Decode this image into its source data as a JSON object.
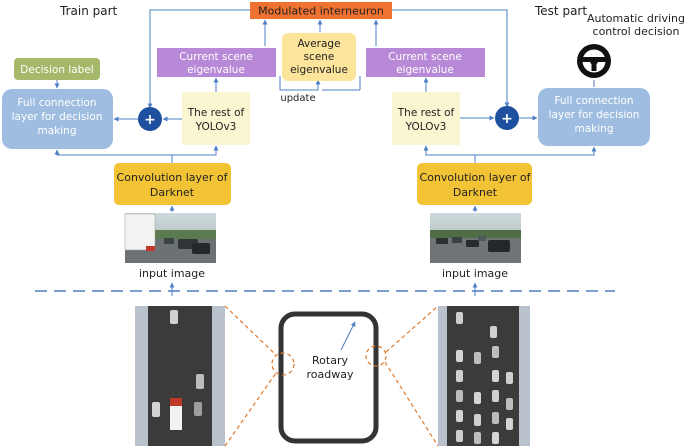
{
  "labels": {
    "train_part": "Train part",
    "test_part": "Test part",
    "auto_decision_line1": "Automatic driving",
    "auto_decision_line2": "control decision",
    "modulated": "Modulated interneuron",
    "decision_label": "Decision label",
    "current_scene_line1": "Current scene",
    "current_scene_line2": "eigenvalue",
    "average_line1": "Average",
    "average_line2": "scene",
    "average_line3": "eigenvalue",
    "update": "update",
    "full_conn_line1": "Full connection",
    "full_conn_line2": "layer for decision",
    "full_conn_line3": "making",
    "rest_line1": "The rest of",
    "rest_line2": "YOLOv3",
    "conv_line1": "Convolution layer of",
    "conv_line2": "Darknet",
    "input_image": "input image",
    "rotary_line1": "Rotary",
    "rotary_line2": "roadway",
    "plus": "+"
  },
  "colors": {
    "orange": "#f07230",
    "purple": "#b889d6",
    "yellow": "#fce49a",
    "cream": "#fbf6d2",
    "blue_box": "#9fbde0",
    "blue_circle": "#1f4f9f",
    "arrow": "#4e7fc4",
    "green": "#a6b86a",
    "gold": "#f3c336",
    "road": "#3b3b3b",
    "dash_orange": "#e07a2e"
  }
}
